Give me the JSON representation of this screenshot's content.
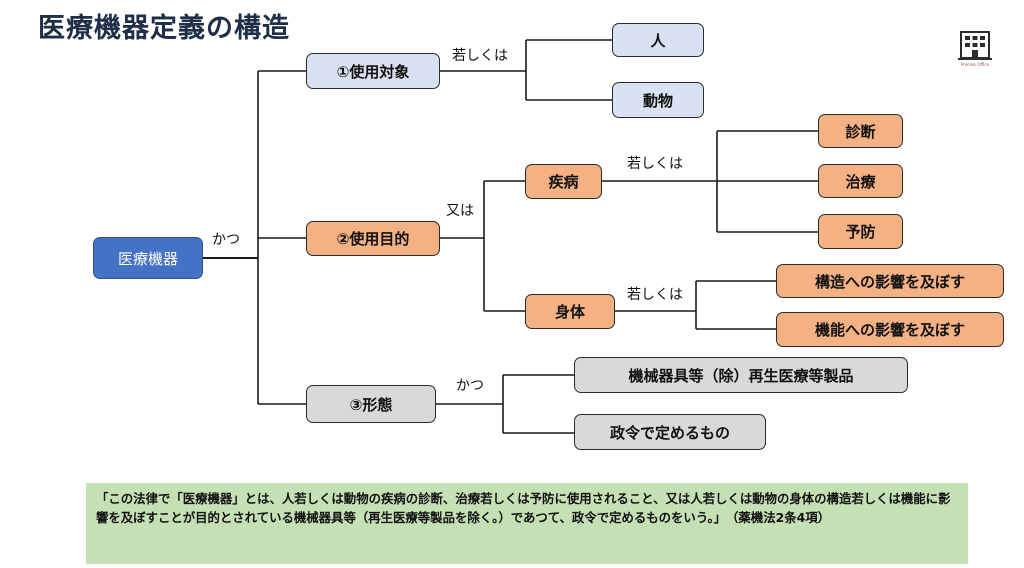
{
  "title": "医療機器定義の構造",
  "logo": {
    "icon": "building-icon",
    "caption": "Process Office"
  },
  "nodes": {
    "root": "医療機器",
    "target": "①使用対象",
    "purpose": "②使用目的",
    "form": "③形態",
    "human": "人",
    "animal": "動物",
    "disease": "疾病",
    "body": "身体",
    "diagnosis": "診断",
    "treatment": "治療",
    "prevention": "予防",
    "structure": "構造への影響を及ぼす",
    "function": "機能への影響を及ぼす",
    "machine": "機械器具等（除）再生医療等製品",
    "decree": "政令で定めるもの"
  },
  "connectors": {
    "root_and": "かつ",
    "target_or": "若しくは",
    "purpose_or": "又は",
    "disease_or": "若しくは",
    "body_or": "若しくは",
    "form_and": "かつ"
  },
  "footnote": "「この法律で「医療機器」とは、人若しくは動物の疾病の診断、治療若しくは予防に使用されること、又は人若しくは動物の身体の構造若しくは機能に影響を及ぼすことが目的とされている機械器具等（再生医療等製品を除く。）であつて、政令で定めるものをいう。」　（薬機法2条4項）",
  "colors": {
    "root": "#4472c4",
    "level1_target": "#d9e1f2",
    "purpose_branch": "#f4b183",
    "form_branch": "#d9d9d9",
    "footnote_bg": "#c5e0b4"
  }
}
